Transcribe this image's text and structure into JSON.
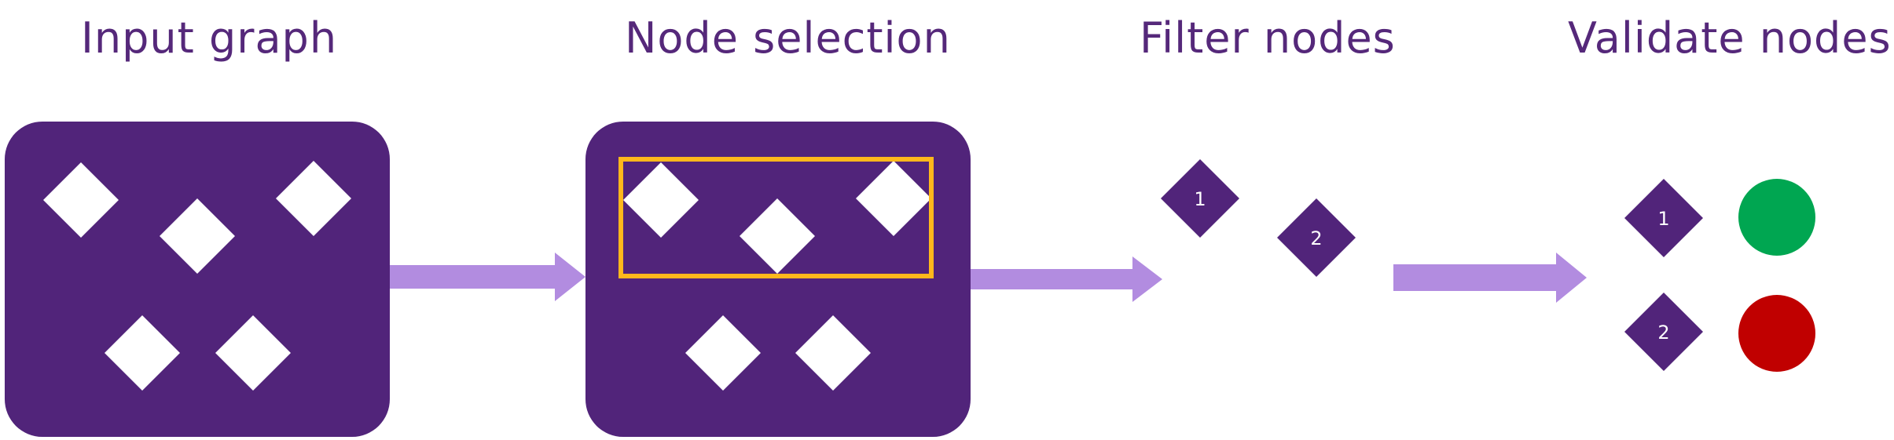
{
  "stages": [
    {
      "title": "Input graph"
    },
    {
      "title": "Node selection"
    },
    {
      "title": "Filter nodes"
    },
    {
      "title": "Validate nodes"
    }
  ],
  "filtered_nodes": [
    {
      "label": "1"
    },
    {
      "label": "2"
    }
  ],
  "validated_nodes": [
    {
      "label": "1",
      "status": "valid",
      "status_color": "#00a651"
    },
    {
      "label": "2",
      "status": "invalid",
      "status_color": "#c00000"
    }
  ],
  "colors": {
    "panel": "#51247a",
    "arrow": "#b28ce0",
    "selection": "#ffb81c",
    "node_on_panel": "#ffffff",
    "title_text": "#55287a"
  }
}
